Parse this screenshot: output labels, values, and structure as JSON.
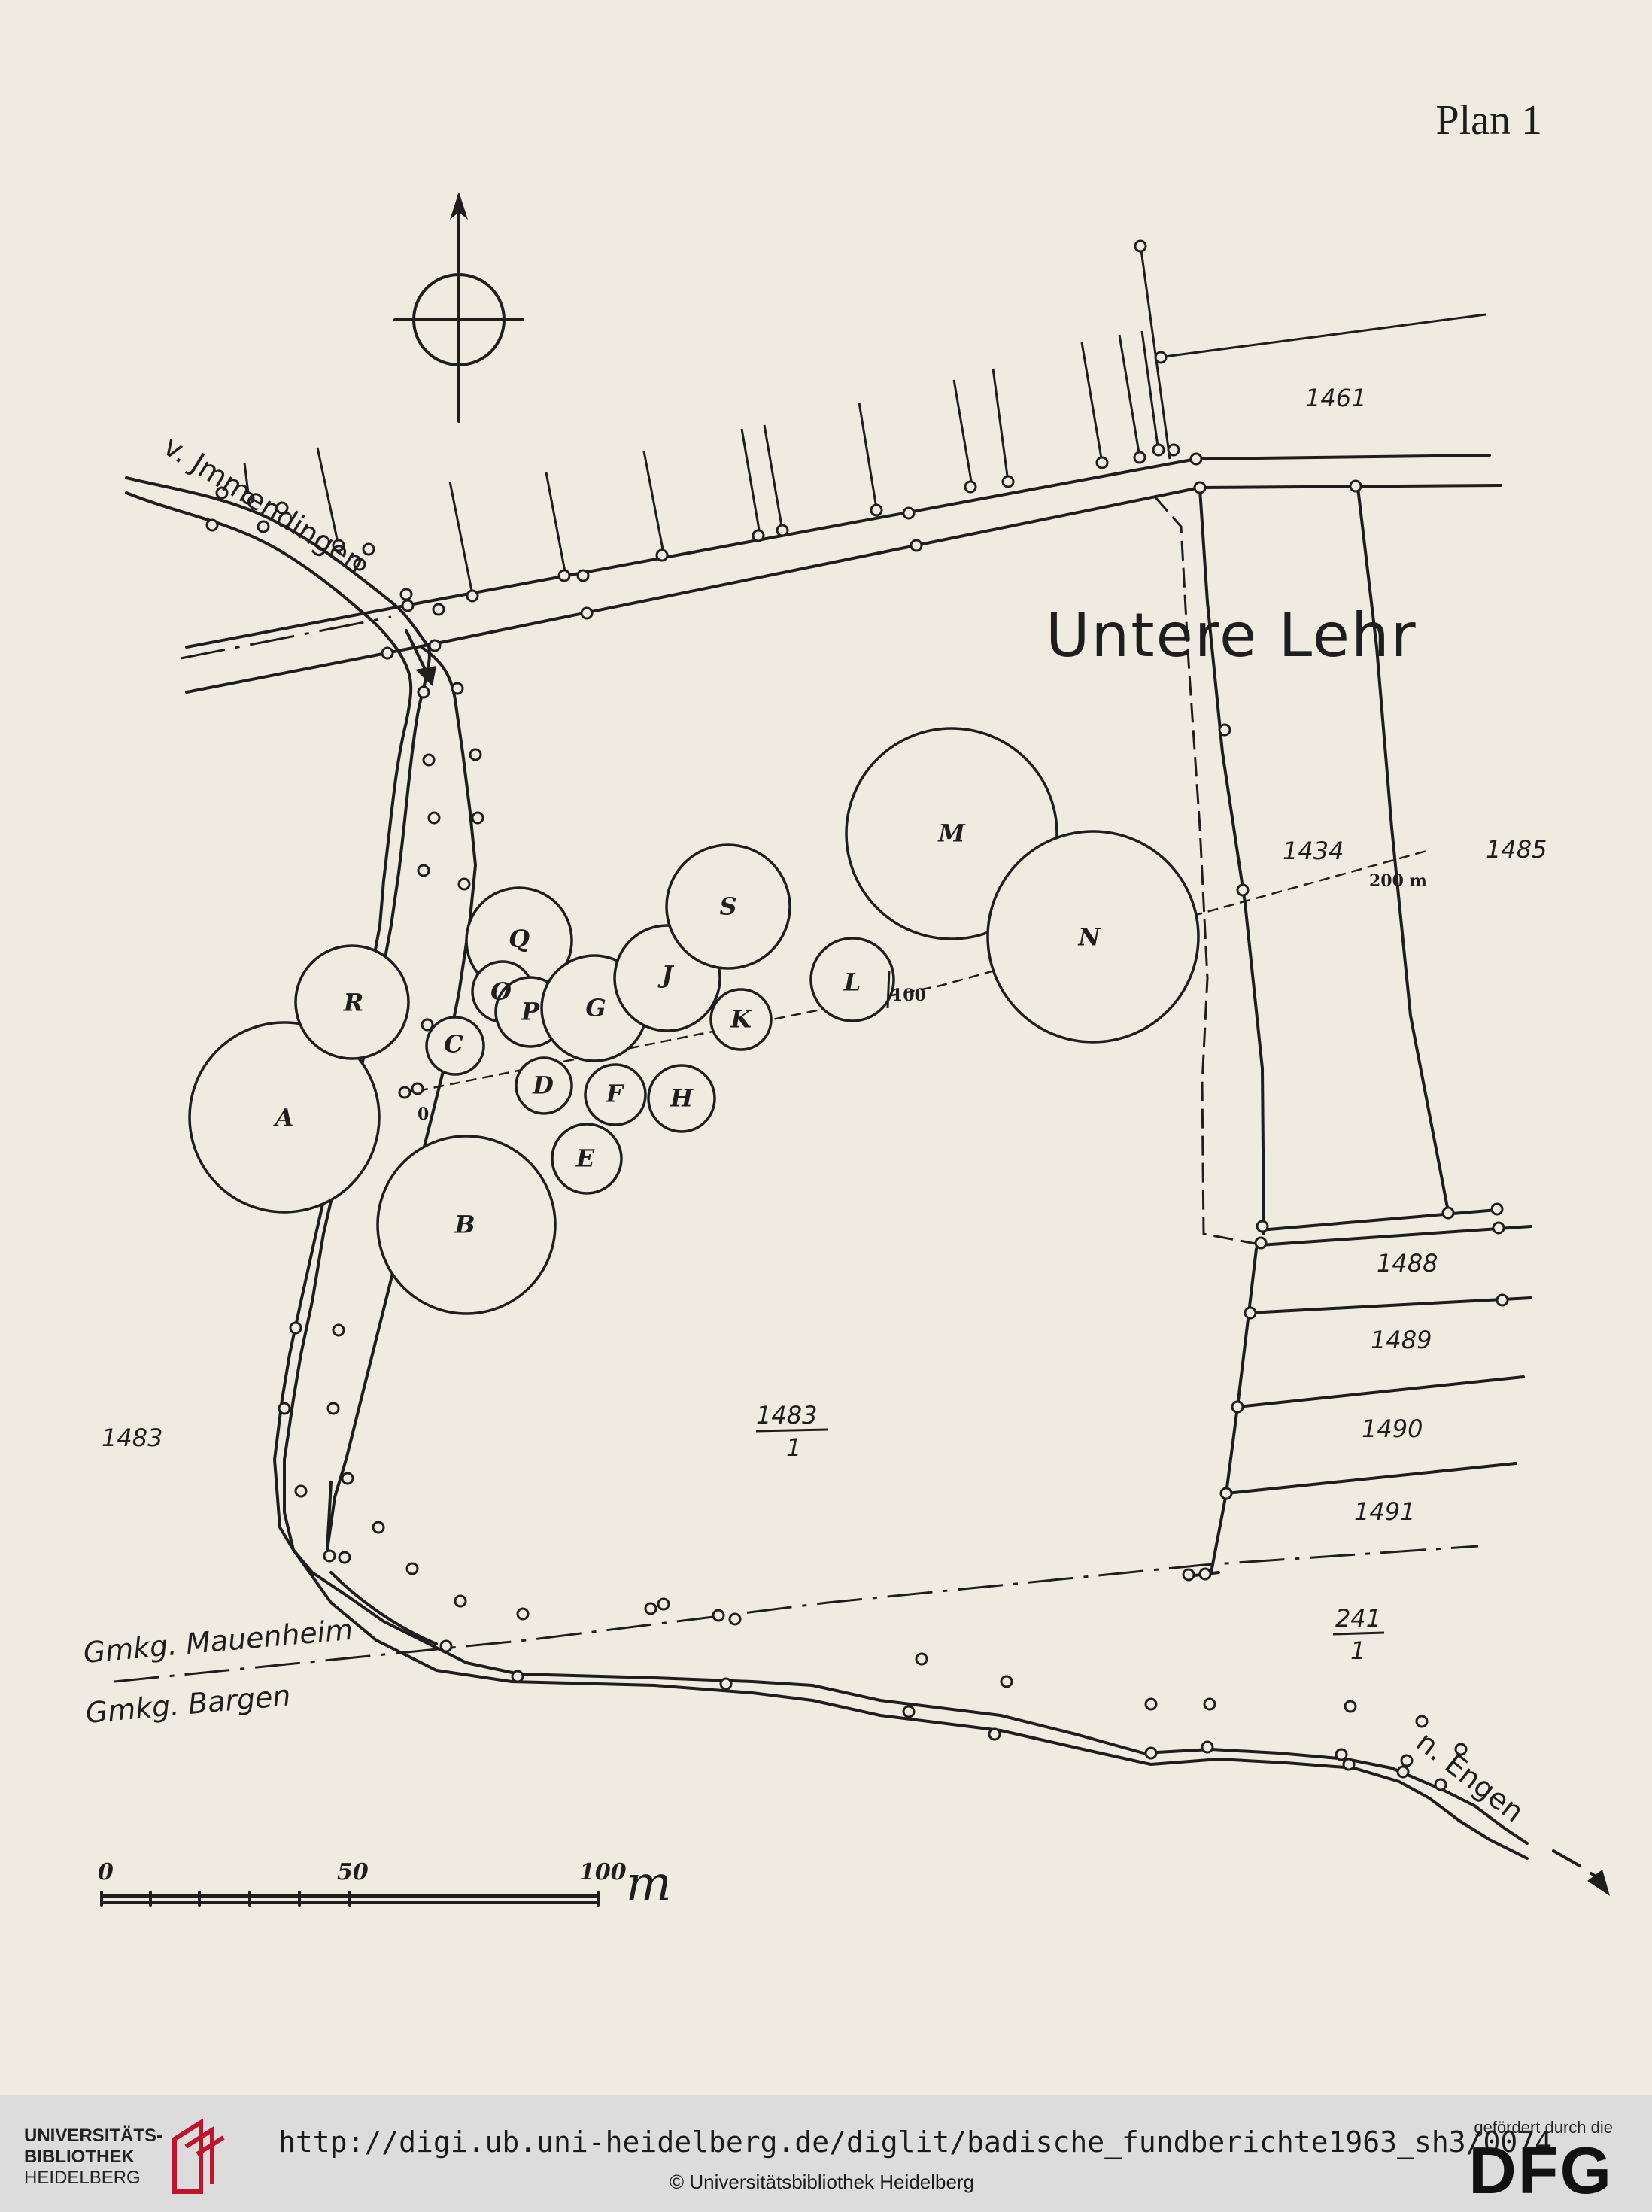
{
  "page": {
    "title": "Plan 1"
  },
  "map": {
    "area_name": "Untere Lehr",
    "road_from": "v. Jmmendingen",
    "road_to": "n. Engen",
    "municipality_north": "Gmkg. Mauenheim",
    "municipality_south": "Gmkg. Bargen",
    "parcels": [
      {
        "id": "p1461",
        "label": "1461"
      },
      {
        "id": "p1434",
        "label": "1434"
      },
      {
        "id": "p1485",
        "label": "1485"
      },
      {
        "id": "p1488",
        "label": "1488"
      },
      {
        "id": "p1489",
        "label": "1489"
      },
      {
        "id": "p1490",
        "label": "1490"
      },
      {
        "id": "p1491",
        "label": "1491"
      },
      {
        "id": "p1483",
        "label": "1483"
      }
    ],
    "fraction_parcels": [
      {
        "id": "p1483_1",
        "numerator": "1483",
        "denominator": "1"
      },
      {
        "id": "p241_1",
        "numerator": "241",
        "denominator": "1"
      }
    ],
    "mounds": [
      "A",
      "B",
      "C",
      "D",
      "E",
      "F",
      "G",
      "H",
      "J",
      "K",
      "L",
      "M",
      "N",
      "O",
      "P",
      "Q",
      "R",
      "S"
    ],
    "baseline_marks": {
      "start": "0",
      "middle": "100",
      "end": "200 m"
    },
    "scale_bar": {
      "start": "0",
      "middle": "50",
      "end": "100",
      "unit": "m"
    }
  },
  "footer": {
    "library_line1": "UNIVERSITÄTS-",
    "library_line2": "BIBLIOTHEK",
    "library_line3": "HEIDELBERG",
    "url": "http://digi.ub.uni-heidelberg.de/diglit/badische_fundberichte1963_sh3/0074",
    "copyright": "© Universitätsbibliothek Heidelberg",
    "funded_by": "gefördert durch die",
    "funder": "DFG"
  }
}
